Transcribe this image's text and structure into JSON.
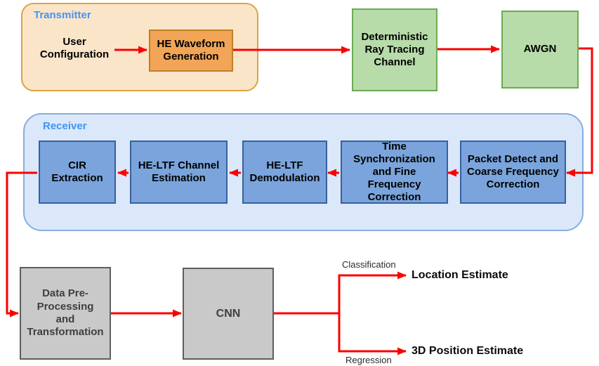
{
  "diagram_title": "HE positioning system block diagram",
  "colors": {
    "arrow_red": "#FB0000",
    "transmitter_fill": "#FBE5C9",
    "transmitter_border": "#DBA440",
    "orange_block_fill": "#F2A556",
    "orange_block_border": "#BF7E26",
    "green_block_fill": "#B7DBA9",
    "green_block_border": "#6BAB52",
    "receiver_fill": "#DBE8FA",
    "receiver_border": "#87ADE0",
    "blue_block_fill": "#7AA4DB",
    "blue_block_border": "#35609F",
    "gray_block_fill": "#C9C9C9",
    "gray_block_border": "#5E5E5E",
    "section_label_blue": "#3E95F7"
  },
  "transmitter": {
    "label": "Transmitter",
    "user_configuration": "User\nConfiguration",
    "he_waveform_generation": "HE Waveform\nGeneration"
  },
  "channel": {
    "deterministic_ray_tracing": "Deterministic\nRay Tracing\nChannel",
    "awgn": "AWGN"
  },
  "receiver": {
    "label": "Receiver",
    "blocks": [
      "CIR\nExtraction",
      "HE-LTF Channel\nEstimation",
      "HE-LTF\nDemodulation",
      "Time\nSynchronization\nand Fine\nFrequency\nCorrection",
      "Packet Detect and\nCoarse Frequency\nCorrection"
    ]
  },
  "processing": {
    "data_preprocessing": "Data Pre-\nProcessing\nand\nTransformation",
    "cnn": "CNN"
  },
  "outputs": {
    "classification_caption": "Classification",
    "location_estimate": "Location Estimate",
    "regression_caption": "Regression",
    "position_estimate": "3D Position Estimate"
  }
}
